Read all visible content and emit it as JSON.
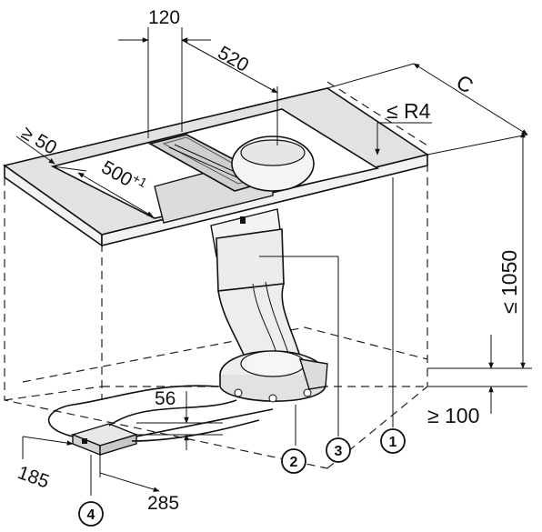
{
  "dimensions": {
    "d120": "120",
    "d520": "520",
    "c": "C",
    "r4": "≤ R4",
    "d50": "≥ 50",
    "d500": "500",
    "d500_sup": "+1",
    "d1050": "≤ 1050",
    "d100": "≥ 100",
    "d56": "56",
    "d185": "185",
    "d285": "285"
  },
  "callouts": {
    "c1": "1",
    "c2": "2",
    "c3": "3",
    "c4": "4"
  }
}
